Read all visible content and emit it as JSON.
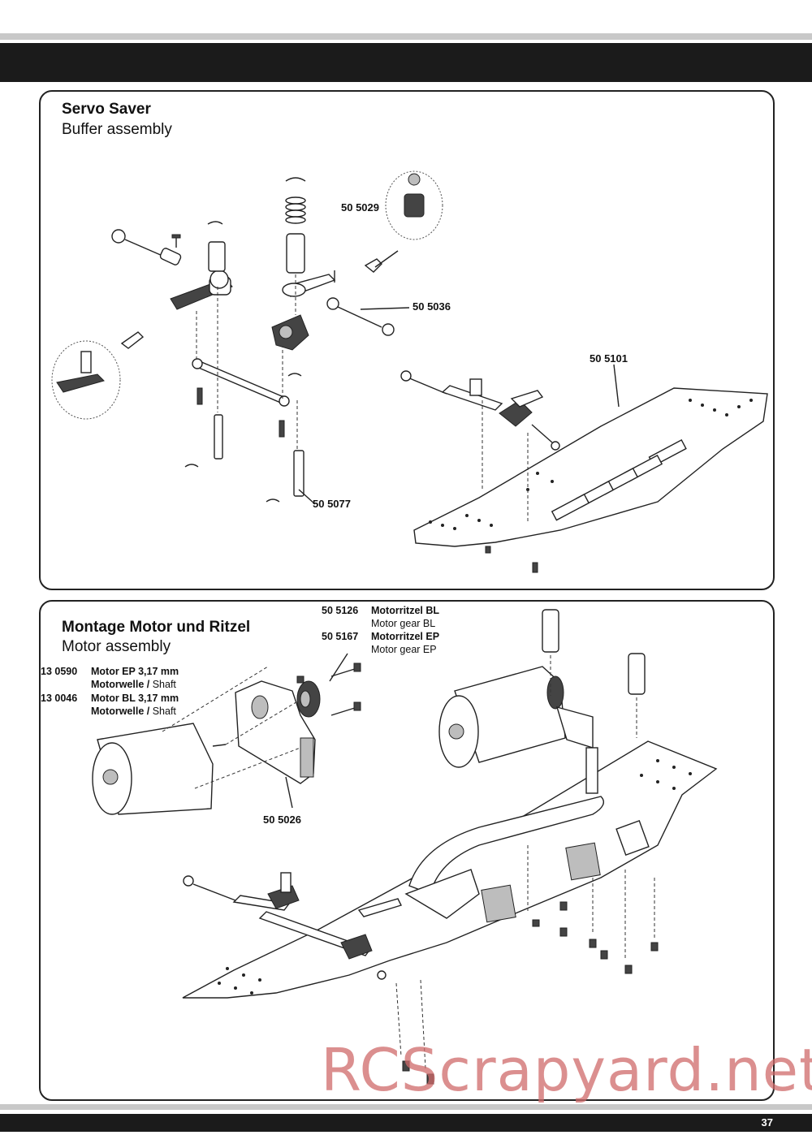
{
  "page_number": "37",
  "section1": {
    "title_de": "Servo Saver",
    "title_en": "Buffer assembly",
    "labels": [
      "50 5029",
      "50 5036",
      "50 5101",
      "50 5077"
    ]
  },
  "section2": {
    "title_de": "Montage Motor und Ritzel",
    "title_en": "Motor assembly",
    "pinion_labels": [
      {
        "number": "50 5126",
        "de": "Motorritzel BL",
        "en": "Motor gear BL"
      },
      {
        "number": "50 5167",
        "de": "Motorritzel EP",
        "en": "Motor gear EP"
      }
    ],
    "motor_labels": [
      {
        "number": "13 0590",
        "line1": "Motor EP 3,17 mm",
        "line2_bold": "Motorwelle /",
        "line2_rest": " Shaft"
      },
      {
        "number": "13 0046",
        "line1": "Motor BL 3,17 mm",
        "line2_bold": "Motorwelle /",
        "line2_rest": " Shaft"
      }
    ],
    "mount_label": "50 5026"
  },
  "watermark": "RCScrapyard.net"
}
